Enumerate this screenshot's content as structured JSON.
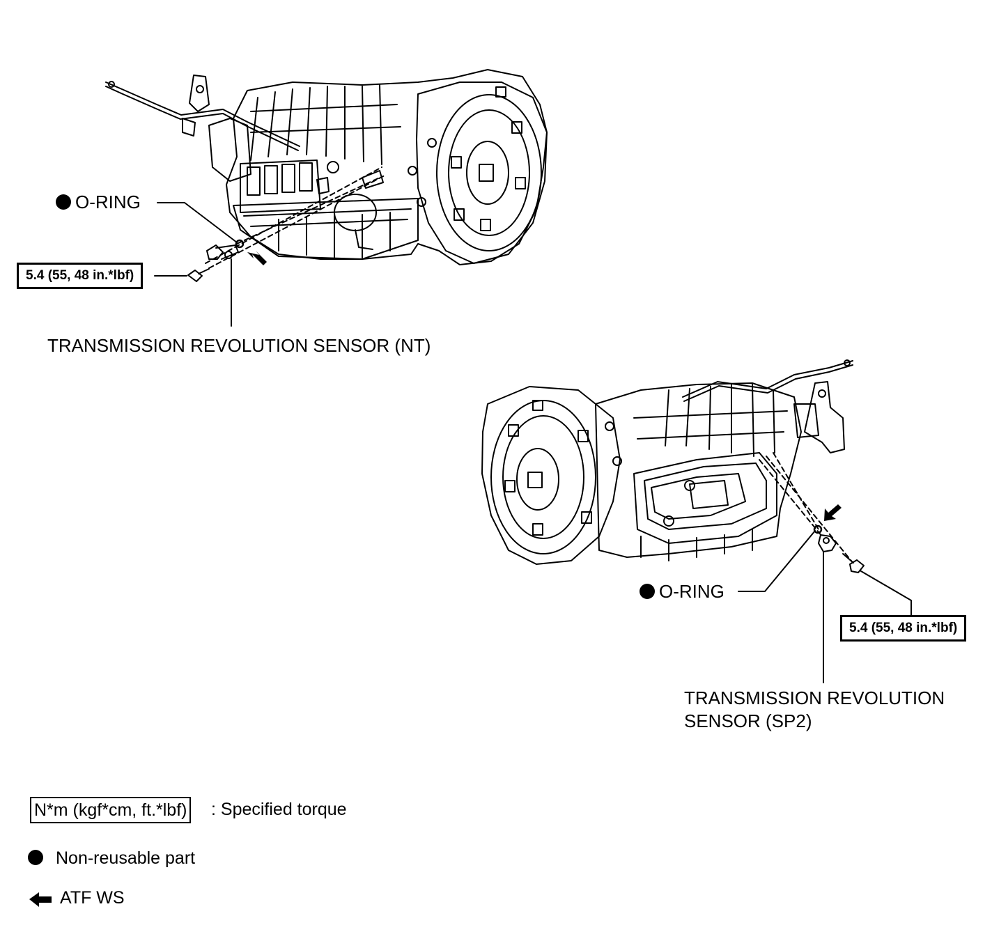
{
  "diagram": {
    "upper": {
      "oring_label": "O-RING",
      "torque_label": "5.4 (55, 48 in.*lbf)",
      "sensor_label": "TRANSMISSION REVOLUTION SENSOR (NT)"
    },
    "lower": {
      "oring_label": "O-RING",
      "torque_label": "5.4 (55, 48 in.*lbf)",
      "sensor_label_line1": "TRANSMISSION REVOLUTION",
      "sensor_label_line2": "SENSOR (SP2)"
    }
  },
  "legend": {
    "torque_unit": "N*m (kgf*cm, ft.*lbf)",
    "torque_desc": ": Specified torque",
    "nonreusable": "Non-reusable part",
    "atf": "ATF WS"
  }
}
